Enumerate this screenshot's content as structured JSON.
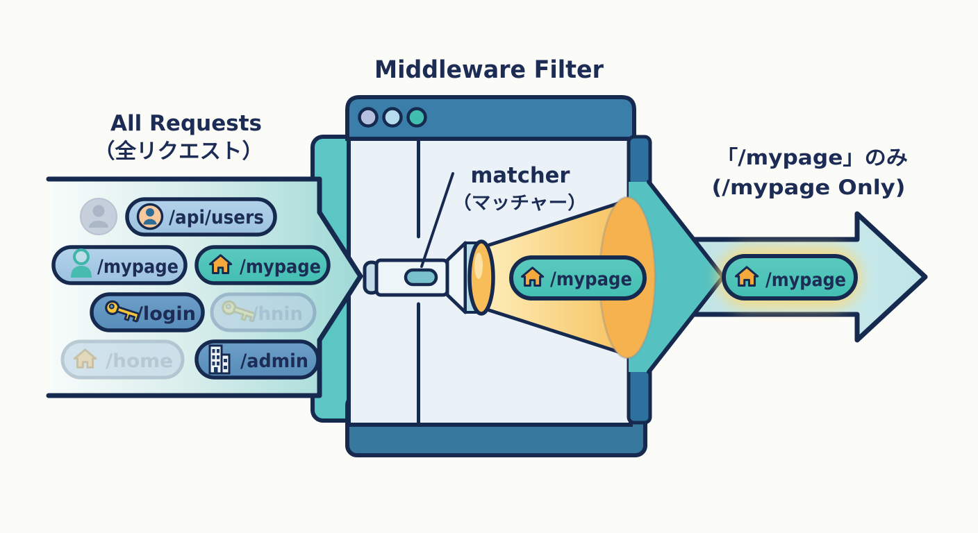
{
  "title": "Middleware Filter",
  "left": {
    "heading_en": "All Requests",
    "heading_ja": "（全リクエスト）",
    "requests": [
      {
        "path": "/api/users",
        "icon": "user-circle-icon",
        "state": "active"
      },
      {
        "path": "/mypage",
        "icon": "user-icon",
        "state": "active"
      },
      {
        "path": "/mypage",
        "icon": "home-icon",
        "state": "matched"
      },
      {
        "path": "/login",
        "icon": "key-icon",
        "state": "active"
      },
      {
        "path": "/hnin",
        "icon": "key-icon",
        "state": "faded"
      },
      {
        "path": "/home",
        "icon": "home-icon",
        "state": "faded"
      },
      {
        "path": "/admin",
        "icon": "building-icon",
        "state": "active"
      }
    ]
  },
  "matcher": {
    "label_en": "matcher",
    "label_ja": "（マッチャー）"
  },
  "beam": {
    "path": "/mypage",
    "icon": "home-icon"
  },
  "result": {
    "heading_ja": "「/mypage」のみ",
    "heading_en": "(/mypage Only)",
    "path": "/mypage",
    "icon": "home-icon"
  },
  "window": {
    "dot_colors": [
      "#b5c1de",
      "#b5dcec",
      "#40bfae"
    ]
  },
  "colors": {
    "navy": "#16294f",
    "teal": "#4cc2b8",
    "steel_blue": "#6096c1",
    "light_blue": "#a7c9e4",
    "browser_bar": "#3a7ea9",
    "beam_yellow": "#f7c25f",
    "glow_yellow": "#f5d97e"
  }
}
